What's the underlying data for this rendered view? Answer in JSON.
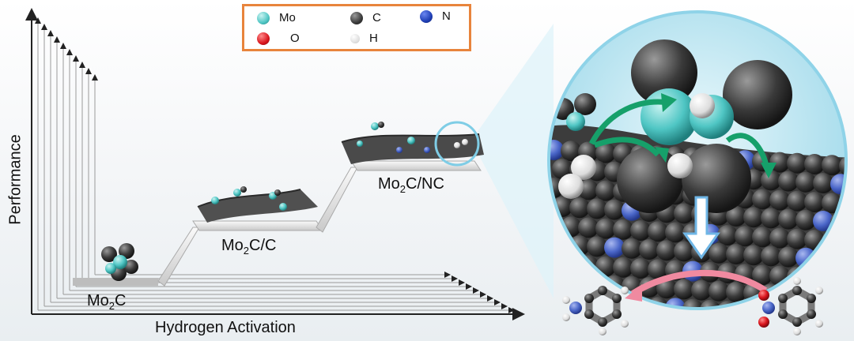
{
  "legend": {
    "items": [
      {
        "symbol": "Mo",
        "color": "#4fc6c4"
      },
      {
        "symbol": "C",
        "color": "#3b3b3b"
      },
      {
        "symbol": "N",
        "color": "#1f3fb5"
      },
      {
        "symbol": "O",
        "color": "#d9141c"
      },
      {
        "symbol": "H",
        "color": "#f2f2f2"
      }
    ]
  },
  "axes": {
    "x_label": "Hydrogen Activation",
    "y_label": "Performance"
  },
  "steps": [
    {
      "base": "Mo",
      "sub": "2",
      "rest": "C"
    },
    {
      "base": "Mo",
      "sub": "2",
      "rest": "C/C"
    },
    {
      "base": "Mo",
      "sub": "2",
      "rest": "C/NC"
    }
  ],
  "colors": {
    "mo": "#4fc6c4",
    "carbon": "#3b3b3b",
    "nitrogen": "#4a66c8",
    "flow_arrow": "#16a06a",
    "reaction_arrow": "#f08aa0",
    "legend_border": "#e8843c",
    "zoom_bg": "#bfe6f2"
  }
}
